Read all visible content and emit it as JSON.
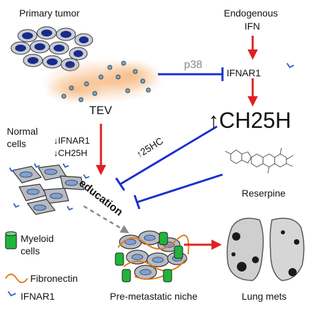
{
  "labels": {
    "primary_tumor": "Primary tumor",
    "endogenous": "Endogenous",
    "ifn": "IFN",
    "p38": "p38",
    "ifnar1_top": "IFNAR1",
    "tev": "TEV",
    "ch25h_arrow": "↑",
    "ch25h": "CH25H",
    "normal_cells_1": "Normal",
    "normal_cells_2": "cells",
    "down_ifnar1": "↓IFNAR1",
    "down_ch25h": "↓CH25H",
    "up_25hc": "↑25HC",
    "reserpine": "Reserpine",
    "education": "education",
    "myeloid_1": "Myeloid",
    "myeloid_2": "cells",
    "fibronectin": "Fibronectin",
    "ifnar1_legend": "IFNAR1",
    "pre_metastatic_niche": "Pre-metastatic niche",
    "lung_mets": "Lung mets"
  },
  "colors": {
    "activation_arrow": "#e02020",
    "inhibition": "#1a2fd0",
    "p38_text": "#888888",
    "tumor_nucleus": "#1a2a8a",
    "tev_glow": "#f7b77a",
    "cell_body": "#b7bcc4",
    "cell_nucleus": "#7da0d8",
    "myeloid": "#22b33a",
    "fibronectin": "#e07a1e",
    "receptor": "#3a67c7"
  },
  "icons": {
    "tumor": "tumor-cell-cluster",
    "vesicles": "tumor-extracellular-vesicles",
    "molecule": "reserpine-structure",
    "lungs": "lung-ct-image"
  }
}
